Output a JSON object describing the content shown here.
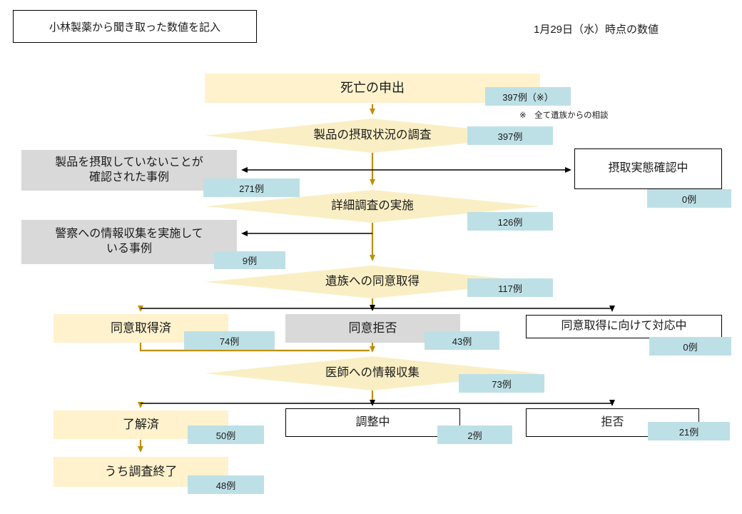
{
  "annotations": {
    "note_box": "小林製薬から聞き取った数値を記入",
    "date_label": "1月29日（水）時点の数値",
    "footnote": "※　全て遺族からの相談"
  },
  "nodes": {
    "death_report": {
      "label": "死亡の申出",
      "count": "397例（※）"
    },
    "intake_survey": {
      "label": "製品の摂取状況の調査",
      "count": "397例"
    },
    "not_ingested": {
      "label": "製品を摂取していないことが確認された事例",
      "count": "271例"
    },
    "intake_checking": {
      "label": "摂取実態確認中",
      "count": "0例"
    },
    "detail_survey": {
      "label": "詳細調査の実施",
      "count": "126例"
    },
    "police_info": {
      "label": "警察への情報収集を実施している事例",
      "count": "9例"
    },
    "family_consent": {
      "label": "遺族への同意取得",
      "count": "117例"
    },
    "consent_obtained": {
      "label": "同意取得済",
      "count": "74例"
    },
    "consent_refused": {
      "label": "同意拒否",
      "count": "43例"
    },
    "consent_pending": {
      "label": "同意取得に向けて対応中",
      "count": "0例"
    },
    "doctor_info": {
      "label": "医師への情報収集",
      "count": "73例"
    },
    "doctor_agreed": {
      "label": "了解済",
      "count": "50例"
    },
    "doctor_adjusting": {
      "label": "調整中",
      "count": "2例"
    },
    "doctor_refused": {
      "label": "拒否",
      "count": "21例"
    },
    "survey_completed": {
      "label": "うち調査終了",
      "count": "48例"
    }
  },
  "colors": {
    "node_yellow": "#FFF2CC",
    "node_gray": "#D9D9D9",
    "badge_cyan": "#BDE0E6",
    "arrow_gold": "#BF9000",
    "arrow_black": "#000000"
  }
}
